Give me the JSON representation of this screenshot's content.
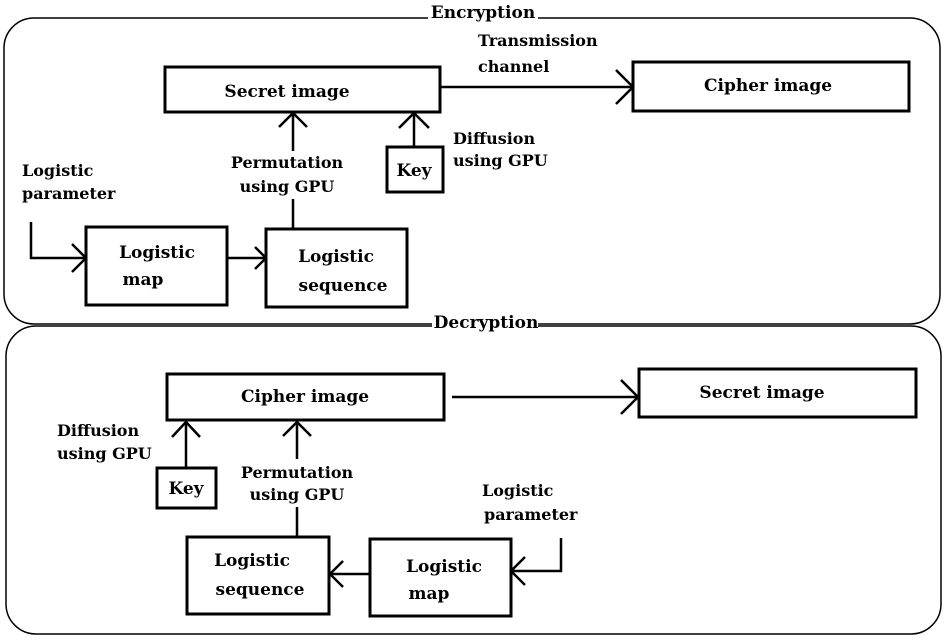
{
  "sections": {
    "encryption": "Encryption",
    "decryption": "Decryption"
  },
  "encryption": {
    "secret_image": "Secret image",
    "cipher_image": "Cipher image",
    "transmission_line1": "Transmission",
    "transmission_line2": "channel",
    "key": "Key",
    "diffusion_line1": "Diffusion",
    "diffusion_line2": "using GPU",
    "permutation_line1": "Permutation",
    "permutation_line2": "using GPU",
    "logistic_param_line1": "Logistic",
    "logistic_param_line2": "parameter",
    "logistic_map_line1": "Logistic",
    "logistic_map_line2": "map",
    "logistic_seq_line1": "Logistic",
    "logistic_seq_line2": "sequence"
  },
  "decryption": {
    "cipher_image": "Cipher image",
    "secret_image": "Secret image",
    "key": "Key",
    "diffusion_line1": "Diffusion",
    "diffusion_line2": "using GPU",
    "permutation_line1": "Permutation",
    "permutation_line2": "using GPU",
    "logistic_param_line1": "Logistic",
    "logistic_param_line2": "parameter",
    "logistic_map_line1": "Logistic",
    "logistic_map_line2": "map",
    "logistic_seq_line1": "Logistic",
    "logistic_seq_line2": "sequence"
  }
}
